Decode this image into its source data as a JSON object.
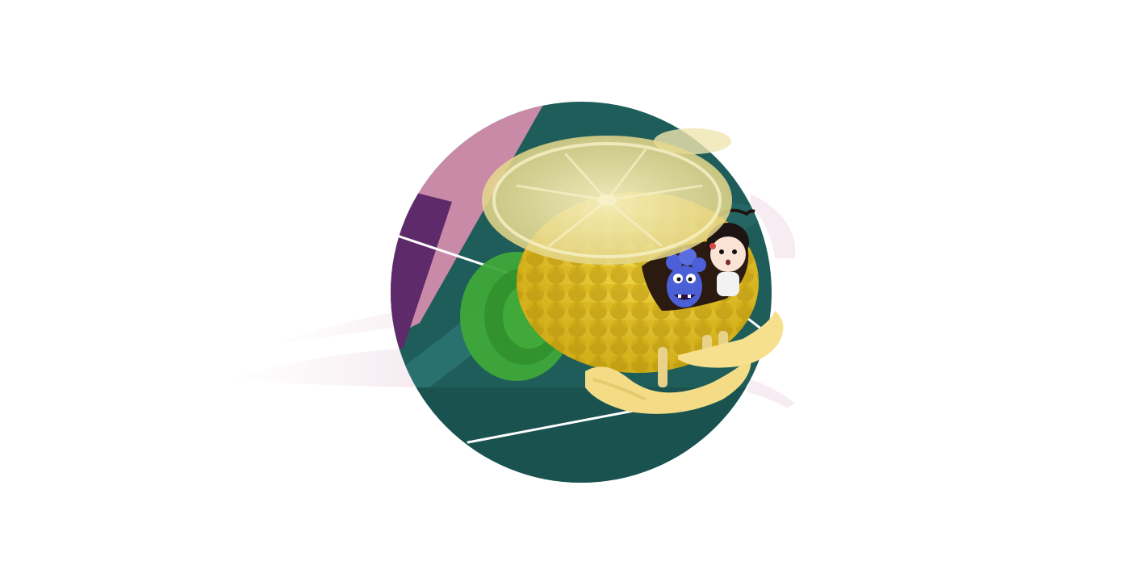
{
  "scene": {
    "subject": "fruit-helicopter",
    "colors": {
      "background": "#ffffff",
      "circle_teal": "#1f5d5a",
      "circle_teal_light": "#2f7f7c",
      "pink_band": "#c98aa8",
      "purple_band": "#5e2a6a",
      "melon_body": "#e7c428",
      "melon_scale": "#c9a410",
      "lime_tail": "#3fa83a",
      "lime_tail_inner": "#2f8f2a",
      "rotor_lemon": "#f1e7a8",
      "banana_skid": "#f4dc86",
      "motion_lines": "#ffffff",
      "blue_creature": "#4b5fd6",
      "girl_hair": "#1e1414"
    },
    "characters": [
      "blue-creature",
      "girl"
    ]
  }
}
